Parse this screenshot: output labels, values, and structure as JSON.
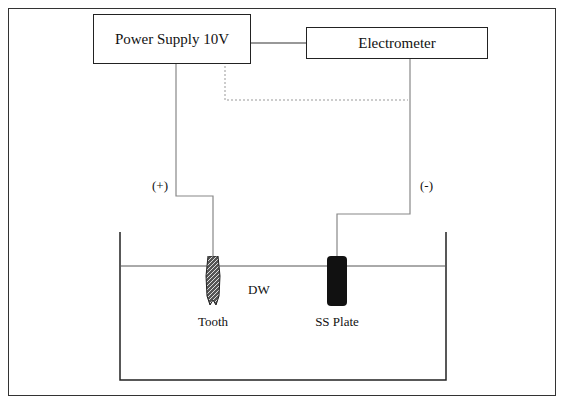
{
  "diagram": {
    "nodes": [
      {
        "text": [
          "Power Supply 10V"
        ]
      },
      {
        "text": [
          "Electrometer"
        ]
      },
      {
        "text": [
          "Tooth"
        ]
      },
      {
        "text": [
          "SS Plate"
        ]
      }
    ],
    "edges": [
      {
        "from": 0,
        "to": 1,
        "arrow": "none"
      },
      {
        "from": 0,
        "to": 2,
        "label": "(+)",
        "arrow": "none"
      },
      {
        "from": 1,
        "to": 3,
        "label": "(-)",
        "arrow": "none"
      }
    ],
    "labels": [
      "DW"
    ]
  }
}
